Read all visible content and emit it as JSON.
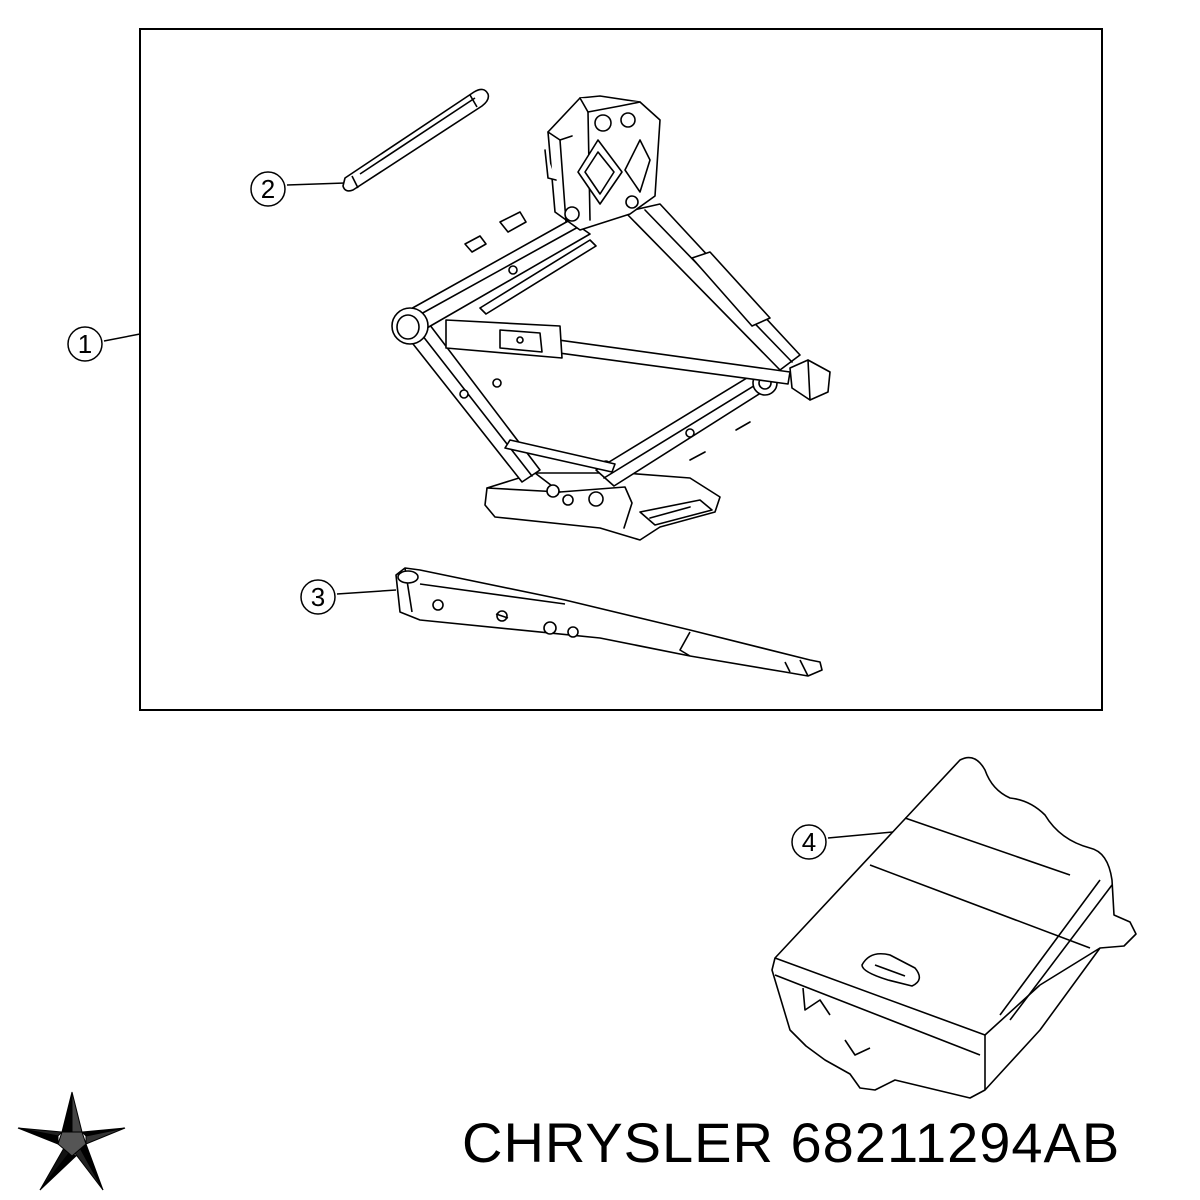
{
  "callouts": [
    {
      "label": "1",
      "part": "scissor-jack-kit"
    },
    {
      "label": "2",
      "part": "jack-handle-extension"
    },
    {
      "label": "3",
      "part": "lug-wrench"
    },
    {
      "label": "4",
      "part": "wheel-chock"
    }
  ],
  "caption": {
    "brand": "CHRYSLER",
    "part_number": "68211294AB"
  },
  "icons": {
    "logo": "chrysler-pentastar-icon"
  },
  "colors": {
    "line": "#000000",
    "background": "#ffffff"
  }
}
